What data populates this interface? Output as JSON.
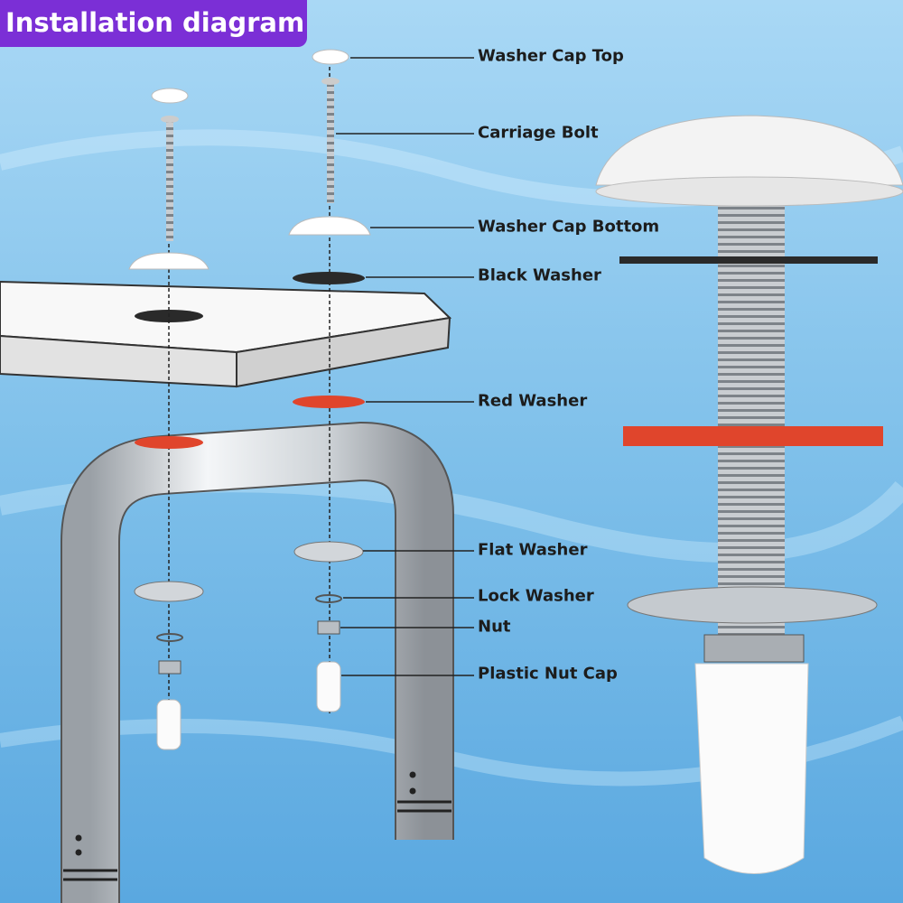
{
  "title": "Installation diagram",
  "labels": {
    "washer_cap_top": "Washer Cap Top",
    "carriage_bolt": "Carriage Bolt",
    "washer_cap_bottom": "Washer Cap Bottom",
    "black_washer": "Black Washer",
    "red_washer": "Red Washer",
    "flat_washer": "Flat Washer",
    "lock_washer": "Lock Washer",
    "nut": "Nut",
    "plastic_nut_cap": "Plastic Nut Cap"
  },
  "colors": {
    "title_bg": "#7b2fd6",
    "red_washer": "#e0452c",
    "black_washer": "#2a2a2a",
    "water": "#7fc0ea"
  }
}
